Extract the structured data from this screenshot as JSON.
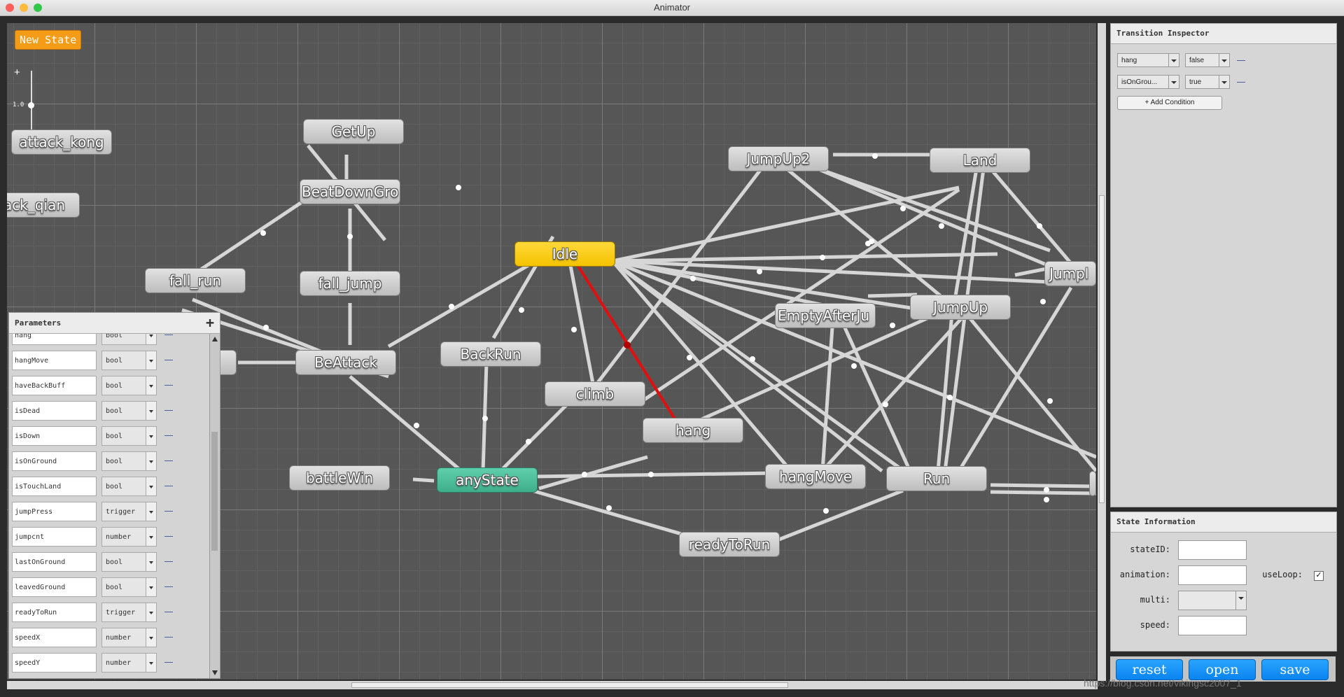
{
  "window": {
    "title": "Animator"
  },
  "toolbar": {
    "new_state_label": "New State",
    "zoom_plus": "+",
    "zoom_value": "1.0"
  },
  "states": {
    "attack_kong": "attack_kong",
    "attack_qian": "ack_qian",
    "getup": "GetUp",
    "beatdown": "BeatDownGro",
    "fall_run": "fall_run",
    "fall_jump": "fall_jump",
    "beattack": "BeAttack",
    "idle": "Idle",
    "backrun": "BackRun",
    "climb": "climb",
    "hang": "hang",
    "battlewin": "battleWin",
    "anystate": "anyState",
    "hangmove": "hangMove",
    "run": "Run",
    "readytorun": "readyToRun",
    "jumpup2": "JumpUp2",
    "land": "Land",
    "jumpr": "Jumpl",
    "emptyafterjump": "EmptyAfterJu",
    "jumpup": "JumpUp"
  },
  "parameters": {
    "title": "Parameters",
    "add_icon": "+",
    "items": [
      {
        "name": "hang",
        "type": "bool"
      },
      {
        "name": "hangMove",
        "type": "bool"
      },
      {
        "name": "haveBackBuff",
        "type": "bool"
      },
      {
        "name": "isDead",
        "type": "bool"
      },
      {
        "name": "isDown",
        "type": "bool"
      },
      {
        "name": "isOnGround",
        "type": "bool"
      },
      {
        "name": "isTouchLand",
        "type": "bool"
      },
      {
        "name": "jumpPress",
        "type": "trigger"
      },
      {
        "name": "jumpcnt",
        "type": "number"
      },
      {
        "name": "lastOnGround",
        "type": "bool"
      },
      {
        "name": "leavedGround",
        "type": "bool"
      },
      {
        "name": "readyToRun",
        "type": "trigger"
      },
      {
        "name": "speedX",
        "type": "number"
      },
      {
        "name": "speedY",
        "type": "number"
      }
    ]
  },
  "transition_inspector": {
    "title": "Transition Inspector",
    "conditions": [
      {
        "param": "hang",
        "value": "false"
      },
      {
        "param": "isOnGrou...",
        "value": "true"
      }
    ],
    "add_condition_label": "+ Add Condition"
  },
  "state_information": {
    "title": "State Information",
    "state_id_label": "stateID:",
    "state_id_value": "",
    "animation_label": "animation:",
    "animation_value": "",
    "use_loop_label": "useLoop:",
    "use_loop_checked": "✓",
    "multi_label": "multi:",
    "multi_value": "",
    "speed_label": "speed:",
    "speed_value": ""
  },
  "buttons": {
    "reset": "reset",
    "open": "open",
    "save": "save"
  },
  "watermark": "https://blog.csdn.net/vikingsc2007_1",
  "colors": {
    "idle_node": "#f5c200",
    "any_state_node": "#3fae8a",
    "selected_transition": "#e01010",
    "new_state_button": "#f49b17",
    "action_button": "#0a84f0"
  }
}
